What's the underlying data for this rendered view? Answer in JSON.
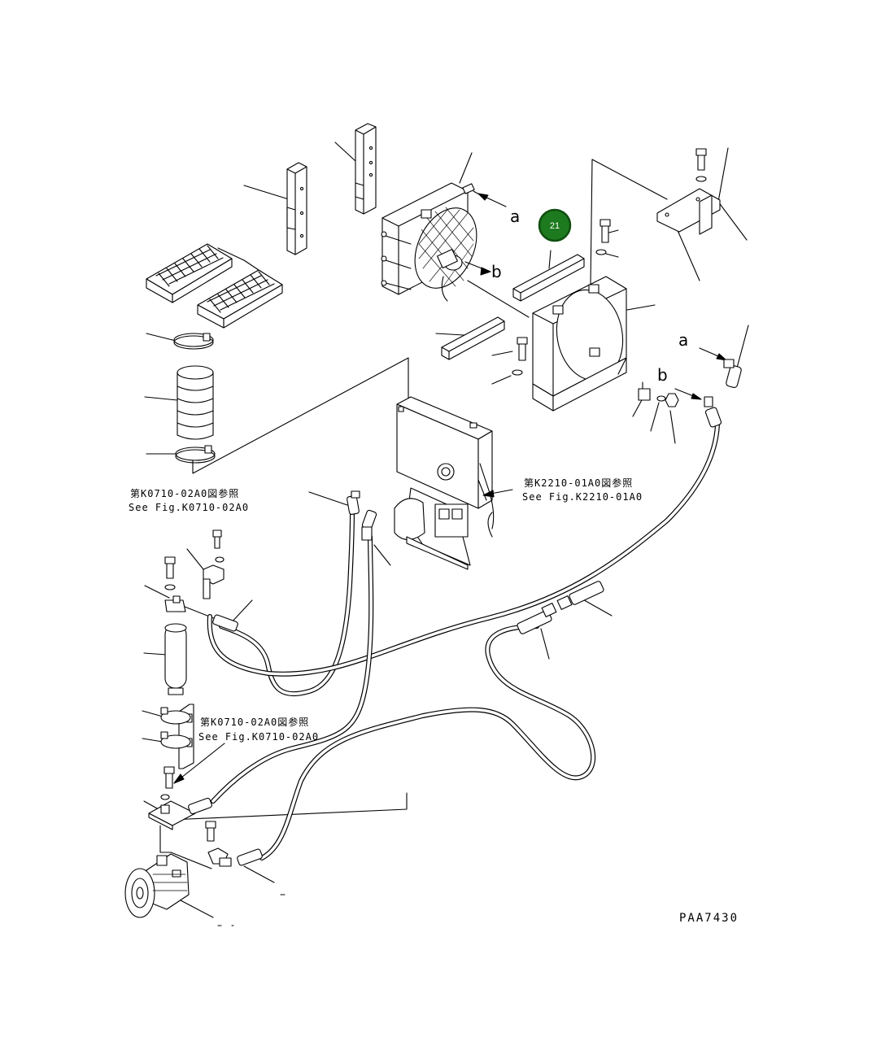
{
  "diagram": {
    "code": "PAA7430",
    "callout": {
      "number": "21",
      "color": "#1e7a1e"
    },
    "refs": {
      "k0710_top_jp": "第K0710-02A0図参照",
      "k0710_top_en": "See Fig.K0710-02A0",
      "k0710_mid_jp": "第K0710-02A0図参照",
      "k0710_mid_en": "See Fig.K0710-02A0",
      "k2210_jp": "第K2210-01A0図参照",
      "k2210_en": "See Fig.K2210-01A0"
    },
    "letters": {
      "a_top": "a",
      "b_top": "b",
      "a_right": "a",
      "b_right": "b"
    }
  }
}
